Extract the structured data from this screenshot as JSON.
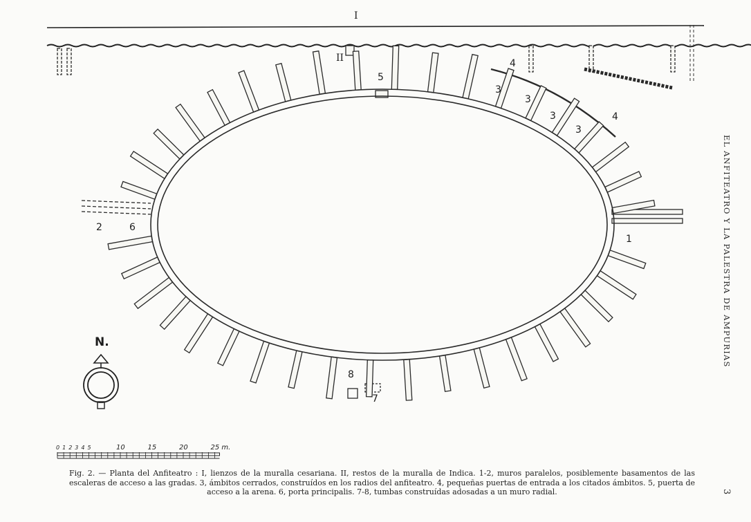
{
  "figure": {
    "labels": {
      "wall_I": "I",
      "wall_II": "II",
      "label_1": "1",
      "label_2": "2",
      "label_3": "3",
      "label_4": "4",
      "label_5": "5",
      "label_6": "6",
      "label_7": "7",
      "label_8": "8"
    },
    "north": {
      "label": "N."
    },
    "scale_bar": {
      "small_ticks": [
        "0",
        "1",
        "2",
        "3",
        "4",
        "5"
      ],
      "major_ticks": [
        "10",
        "15",
        "20",
        "25 m."
      ]
    }
  },
  "caption": {
    "fig_ref": "Fig. 2.",
    "text": "— Planta del Anfiteatro : I, lienzos de la muralla cesariana. II, restos de la muralla de Indica. 1-2, muros paralelos, posiblemente basamentos de las escaleras de acceso a las gradas. 3, ámbitos cerrados, construídos en los radios del anfiteatro. 4, pequeñas puertas de entrada a los citados ámbitos. 5, puerta de acceso a la arena. 6, porta principalis. 7-8, tumbas construídas adosadas a un muro radial."
  },
  "side_title": "EL ANFITEATRO Y LA PALESTRA DE AMPURIAS",
  "page_number": "3"
}
